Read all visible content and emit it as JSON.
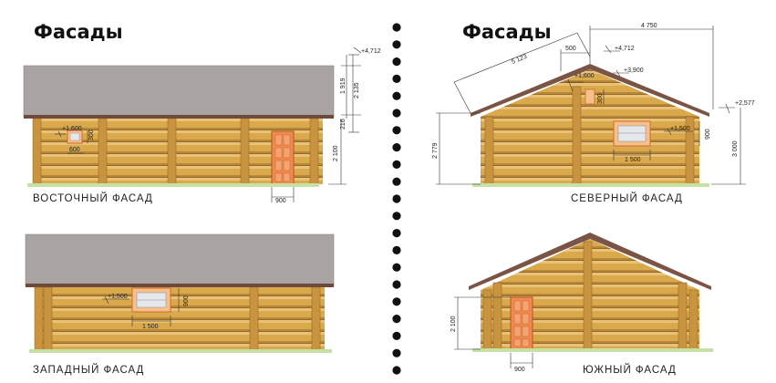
{
  "titles": {
    "left": "Фасады",
    "right": "Фасады"
  },
  "captions": {
    "east": "ВОСТОЧНЫЙ ФАСАД",
    "north": "СЕВЕРНЫЙ ФАСАД",
    "west": "ЗАПАДНЫЙ ФАСАД",
    "south": "ЮЖНЫЙ ФАСАД"
  },
  "east": {
    "level_ridge": "+4,712",
    "level_window": "+1,600",
    "roof_height": "1 919",
    "roof_total": "2 135",
    "eave": "216",
    "wall_height": "2 100",
    "window_height": "300",
    "window_width": "600",
    "door_width": "900"
  },
  "north": {
    "span": "4 750",
    "overhang": "500",
    "rafter": "5 123",
    "level_ridge": "+4,712",
    "level_gable": "+3,900",
    "level_gable_window": "+1,600",
    "gable_window_height": "300",
    "level_window": "+1,500",
    "window_height": "900",
    "window_width": "1 500",
    "level_eave": "+2,577",
    "wall_left": "2 779",
    "wall_right": "3 000"
  },
  "west": {
    "level_window": "+1,500",
    "window_height": "900",
    "window_width": "1 500"
  },
  "south": {
    "door_height": "2 100",
    "door_width": "900"
  },
  "colors": {
    "log": "#d9a94b",
    "log_dark": "#a9792a",
    "roof": "#a9a3a1",
    "roof_edge": "#6d4a3c",
    "door": "#f08a4e",
    "ground": "#c6e0a5",
    "dot": "#111111"
  }
}
